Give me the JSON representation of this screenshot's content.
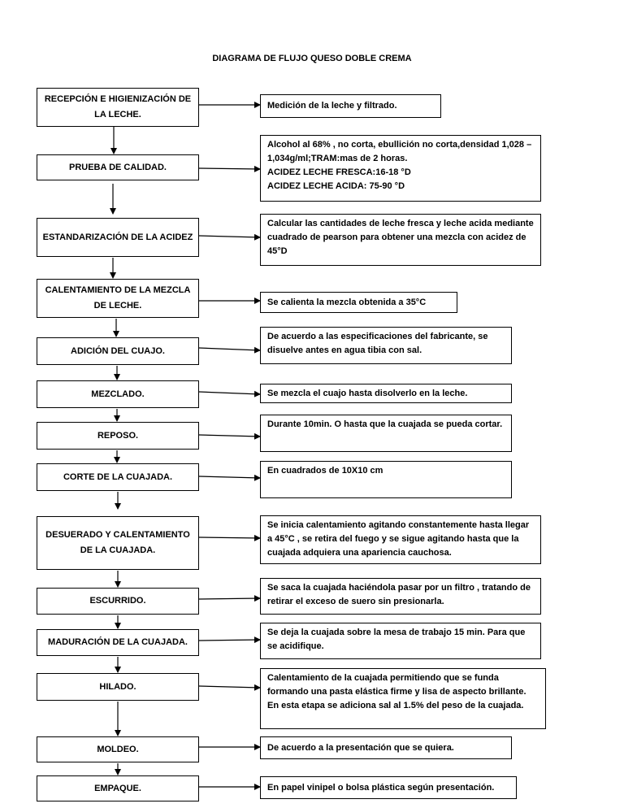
{
  "title": "DIAGRAMA DE FLUJO QUESO DOBLE CREMA",
  "steps": [
    {
      "label": "RECEPCIÓN E HIGIENIZACIÓN DE LA LECHE.",
      "description": "Medición de la leche y filtrado."
    },
    {
      "label": "PRUEBA DE CALIDAD.",
      "description": "Alcohol al 68% , no corta, ebullición no corta,densidad 1,028 – 1,034g/ml;TRAM:mas de 2 horas.\nACIDEZ LECHE FRESCA:16-18 °D\nACIDEZ LECHE ACIDA: 75-90 °D"
    },
    {
      "label": "ESTANDARIZACIÓN DE LA ACIDEZ",
      "description": "Calcular las cantidades de leche fresca y leche acida mediante cuadrado de pearson para obtener una mezcla con acidez de 45°D"
    },
    {
      "label": "CALENTAMIENTO DE LA MEZCLA DE LECHE.",
      "description": "Se calienta la mezcla obtenida a 35°C"
    },
    {
      "label": "ADICIÓN DEL CUAJO.",
      "description": "De acuerdo a las especificaciones del fabricante, se disuelve antes en agua tibia con sal."
    },
    {
      "label": "MEZCLADO.",
      "description": "Se mezcla el cuajo hasta disolverlo en la leche."
    },
    {
      "label": "REPOSO.",
      "description": "Durante 10min. O hasta que la cuajada se pueda cortar."
    },
    {
      "label": "CORTE DE LA CUAJADA.",
      "description": "En cuadrados de 10X10 cm"
    },
    {
      "label": "DESUERADO Y CALENTAMIENTO DE LA CUAJADA.",
      "description": "Se inicia calentamiento agitando constantemente hasta llegar a 45°C , se retira del fuego y se sigue agitando hasta que la cuajada adquiera una apariencia cauchosa."
    },
    {
      "label": "ESCURRIDO.",
      "description": "Se saca la cuajada haciéndola pasar por un filtro , tratando de retirar el exceso de suero sin presionarla."
    },
    {
      "label": "MADURACIÓN DE LA CUAJADA.",
      "description": "Se deja la cuajada sobre la mesa de trabajo 15 min. Para que se acidifique."
    },
    {
      "label": "HILADO.",
      "description": "Calentamiento de la cuajada permitiendo que se funda formando una pasta elástica firme y lisa de aspecto brillante. En esta etapa se adiciona sal al 1.5% del peso de la cuajada."
    },
    {
      "label": "MOLDEO.",
      "description": "De acuerdo a la presentación que se quiera."
    },
    {
      "label": "EMPAQUE.",
      "description": "En papel vinipel o bolsa plástica según presentación."
    }
  ]
}
